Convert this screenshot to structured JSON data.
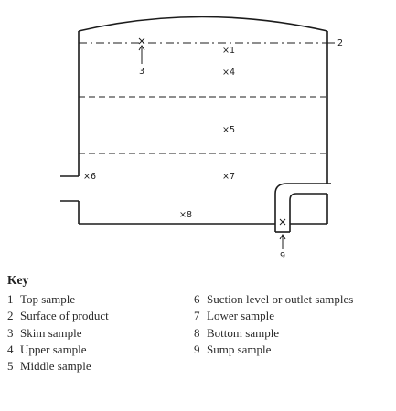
{
  "diagram": {
    "points": [
      {
        "id": "1",
        "label": "×1"
      },
      {
        "id": "3",
        "label": "3"
      },
      {
        "id": "4",
        "label": "×4"
      },
      {
        "id": "5",
        "label": "×5"
      },
      {
        "id": "6",
        "label": "×6"
      },
      {
        "id": "7",
        "label": "×7"
      },
      {
        "id": "8",
        "label": "×8"
      },
      {
        "id": "9",
        "label": "9"
      }
    ],
    "surface_label": "2"
  },
  "key": {
    "title": "Key",
    "left": [
      {
        "num": "1",
        "text": "Top sample"
      },
      {
        "num": "2",
        "text": "Surface of product"
      },
      {
        "num": "3",
        "text": "Skim sample"
      },
      {
        "num": "4",
        "text": "Upper sample"
      },
      {
        "num": "5",
        "text": "Middle sample"
      }
    ],
    "right": [
      {
        "num": "6",
        "text": "Suction level or outlet samples"
      },
      {
        "num": "7",
        "text": "Lower sample"
      },
      {
        "num": "8",
        "text": "Bottom sample"
      },
      {
        "num": "9",
        "text": "Sump sample"
      }
    ]
  }
}
